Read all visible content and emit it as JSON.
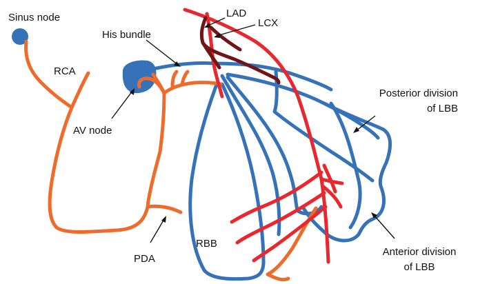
{
  "colors": {
    "conduction_blue": "#3672b8",
    "rca_orange": "#ef6b2c",
    "lad_red": "#e8282e",
    "lcx_darkred": "#6e1518",
    "text": "#111111"
  },
  "labels": {
    "sinus_node": "Sinus node",
    "his_bundle": "His bundle",
    "lad": "LAD",
    "lcx": "LCX",
    "rca": "RCA",
    "av_node": "AV node",
    "posterior_line1": "Posterior division",
    "posterior_line2": "of LBB",
    "anterior_line1": "Anterior division",
    "anterior_line2": "of LBB",
    "pda": "PDA",
    "rbb": "RBB"
  }
}
